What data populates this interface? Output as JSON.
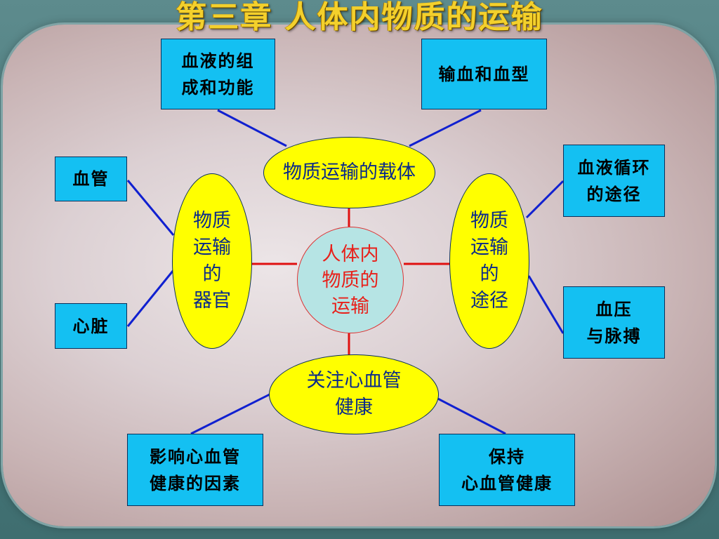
{
  "title": "第三章 人体内物质的运输",
  "center": "人体内\n物质的\n运输",
  "ellipses": {
    "top": "物质运输的载体",
    "left": "物质\n运输\n的\n器官",
    "right": "物质\n运输\n的\n途径",
    "bottom": "关注心血管\n健康"
  },
  "boxes": {
    "blood_composition": "血液的组\n成和功能",
    "transfusion": "输血和血型",
    "vessels": "血管",
    "heart": "心脏",
    "circulation": "血液循环\n的途径",
    "pressure_pulse": "血压\n与脉搏",
    "factors": "影响心血管\n健康的因素",
    "maintain": "保持\n心血管健康"
  },
  "colors": {
    "box_fill": "#14c0f2",
    "ellipse_fill": "#ffff00",
    "center_fill": "#b6e4e4",
    "center_text": "#e8201a",
    "ellipse_text": "#0a2a8a",
    "title": "#f3d02c",
    "connector_blue": "#1020d0",
    "connector_red": "#e01010"
  }
}
